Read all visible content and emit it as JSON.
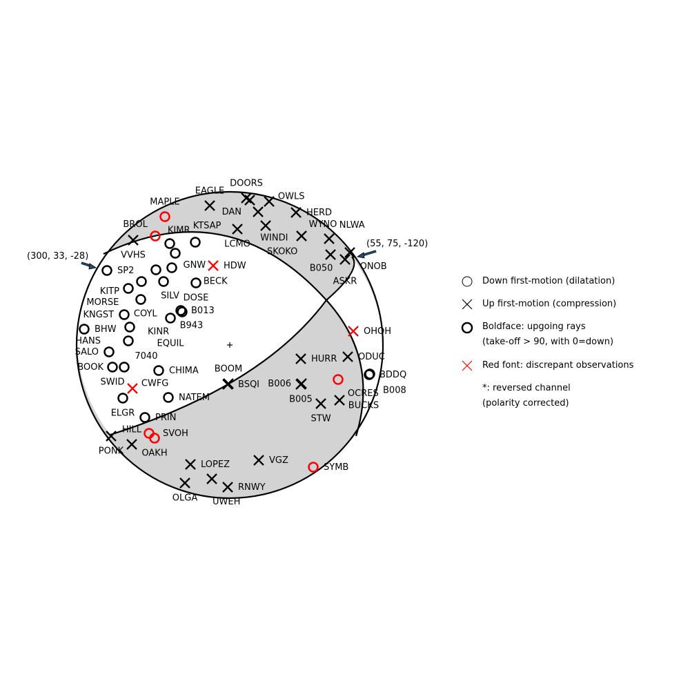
{
  "plot": {
    "shade_color": "#d3d3d3",
    "discrepant_color": "#ff0000",
    "arrow_color": "#1f4e79",
    "mechanisms": [
      {
        "label": "(300, 33, -28)"
      },
      {
        "label": "(55, 75, -120)"
      }
    ],
    "stations": [
      {
        "name": "DOORS",
        "type": "up",
        "red": false
      },
      {
        "name": "DAN",
        "type": "up",
        "red": false
      },
      {
        "name": "OWLS",
        "type": "up",
        "red": false
      },
      {
        "name": "EAGLE",
        "type": "up",
        "red": false
      },
      {
        "name": "WINDI",
        "type": "up",
        "red": false
      },
      {
        "name": "HERD",
        "type": "up",
        "red": false
      },
      {
        "name": "LCMO",
        "type": "up",
        "red": false
      },
      {
        "name": "SKOKO",
        "type": "up",
        "red": false
      },
      {
        "name": "MAPLE",
        "type": "down",
        "red": true
      },
      {
        "name": "BROL",
        "type": "down",
        "red": true
      },
      {
        "name": "VVHS",
        "type": "up",
        "red": false
      },
      {
        "name": "KIMR",
        "type": "down",
        "red": false
      },
      {
        "name": "KTSAP",
        "type": "down",
        "red": false
      },
      {
        "name": "GNW",
        "type": "down",
        "red": false
      },
      {
        "name": "WYNO",
        "type": "up",
        "red": false
      },
      {
        "name": "NLWA",
        "type": "up",
        "red": false
      },
      {
        "name": "B050",
        "type": "up",
        "red": false
      },
      {
        "name": "ONOB",
        "type": "up",
        "red": false
      },
      {
        "name": "ASKR",
        "type": "up",
        "red": false
      },
      {
        "name": "SP2",
        "type": "down",
        "red": false
      },
      {
        "name": "SILV",
        "type": "down",
        "red": false
      },
      {
        "name": "BECK",
        "type": "down",
        "red": false
      },
      {
        "name": "HDW",
        "type": "up",
        "red": true
      },
      {
        "name": "KITP",
        "type": "down",
        "red": false
      },
      {
        "name": "COYL",
        "type": "down",
        "red": false
      },
      {
        "name": "MORSE",
        "type": "down",
        "red": false
      },
      {
        "name": "DOSE",
        "type": "down",
        "red": false
      },
      {
        "name": "KINR",
        "type": "down",
        "red": false
      },
      {
        "name": "B013",
        "type": "down",
        "red": false
      },
      {
        "name": "B943",
        "type": "down",
        "red": false
      },
      {
        "name": "EQUIL",
        "type": "down",
        "red": false
      },
      {
        "name": "KNGST",
        "type": "down",
        "red": false
      },
      {
        "name": "BHW",
        "type": "down",
        "red": false
      },
      {
        "name": "7040",
        "type": "down",
        "red": false
      },
      {
        "name": "HANS",
        "type": "down",
        "red": false
      },
      {
        "name": "SALO",
        "type": "down",
        "red": false
      },
      {
        "name": "SWID",
        "type": "down",
        "red": false
      },
      {
        "name": "BOOK",
        "type": "down",
        "red": false
      },
      {
        "name": "CHIMA",
        "type": "down",
        "red": false
      },
      {
        "name": "CWFG",
        "type": "up",
        "red": true
      },
      {
        "name": "ELGR",
        "type": "down",
        "red": false
      },
      {
        "name": "NATEM",
        "type": "down",
        "red": false
      },
      {
        "name": "PRIN",
        "type": "down",
        "red": false
      },
      {
        "name": "PONK",
        "type": "up",
        "red": false
      },
      {
        "name": "SVOH",
        "type": "down",
        "red": true
      },
      {
        "name": "OAKH",
        "type": "down",
        "red": true
      },
      {
        "name": "HILL",
        "type": "up",
        "red": false
      },
      {
        "name": "LOPEZ",
        "type": "up",
        "red": false
      },
      {
        "name": "VGZ",
        "type": "up",
        "red": false
      },
      {
        "name": "SYMB",
        "type": "down",
        "red": true
      },
      {
        "name": "OLGA",
        "type": "up",
        "red": false
      },
      {
        "name": "UWEH",
        "type": "up",
        "red": false
      },
      {
        "name": "RNWY",
        "type": "up",
        "red": false
      },
      {
        "name": "BSQI",
        "type": "up",
        "red": false
      },
      {
        "name": "BOOM",
        "type": "up",
        "red": false
      },
      {
        "name": "B005",
        "type": "up",
        "red": false
      },
      {
        "name": "B006",
        "type": "up",
        "red": false
      },
      {
        "name": "HURR",
        "type": "up",
        "red": false
      },
      {
        "name": "ODUC",
        "type": "up",
        "red": false
      },
      {
        "name": "OCRES",
        "type": "down",
        "red": true
      },
      {
        "name": "BDDQ",
        "type": "down",
        "red": false
      },
      {
        "name": "B008",
        "type": "down",
        "red": false
      },
      {
        "name": "STW",
        "type": "up",
        "red": false
      },
      {
        "name": "BUCKS",
        "type": "up",
        "red": false
      },
      {
        "name": "OHOH",
        "type": "up",
        "red": true
      }
    ]
  },
  "legend": {
    "down": "Down first-motion (dilatation)",
    "up": "Up first-motion (compression)",
    "bold_line1": "Boldface: upgoing rays",
    "bold_line2": "(take-off > 90, with 0=down)",
    "red": "Red font: discrepant observations",
    "rev_line1": "*: reversed channel",
    "rev_line2": "(polarity corrected)"
  }
}
